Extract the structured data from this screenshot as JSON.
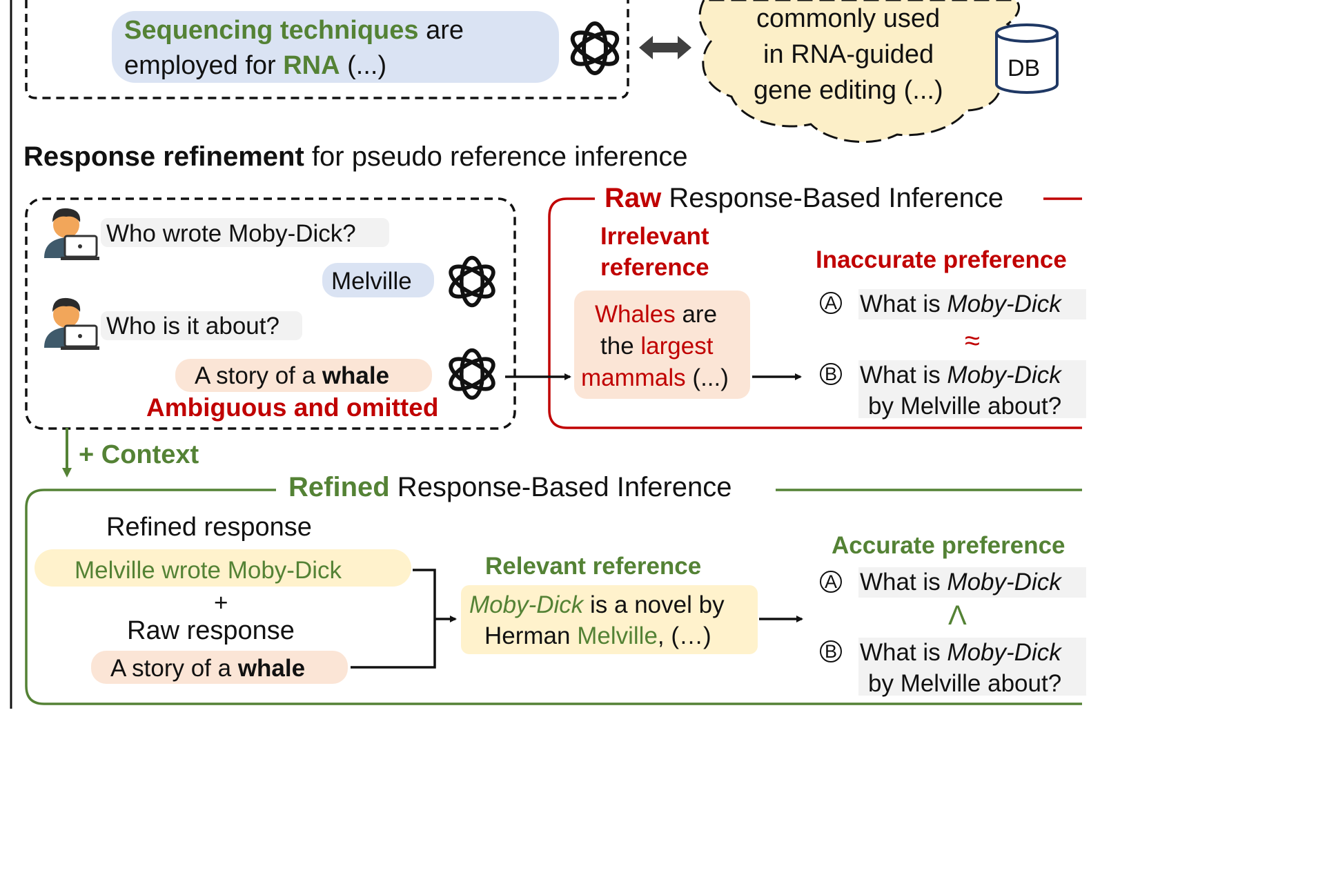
{
  "top": {
    "bubble": {
      "kw1": "Sequencing techniques",
      "t1": " are",
      "t2": "employed for ",
      "kw2": "RNA",
      "t3": " (...)"
    },
    "cloud": {
      "line1": "commonly used",
      "line2": "in RNA-guided",
      "line3": "gene editing (...)"
    },
    "db_label": "DB"
  },
  "section": {
    "title_bold": "Response refinement",
    "title_rest": " for pseudo reference inference"
  },
  "chat": {
    "q1": "Who wrote Moby-Dick?",
    "a1": "Melville",
    "q2": "Who is it about?",
    "a2_plain": "A story of a ",
    "a2_bold": "whale",
    "note": "Ambiguous and omitted"
  },
  "raw": {
    "title_kw": "Raw",
    "title_rest": " Response-Based Inference",
    "irr_line1": "Irrelevant",
    "irr_line2": "reference",
    "ref_l1_red": "Whales",
    "ref_l1_rest": " are",
    "ref_l2_a": "the ",
    "ref_l2_red": "largest",
    "ref_l3_red": "mammals",
    "ref_l3_rest": " (...)",
    "pref_title": "Inaccurate preference",
    "optA_marker": "A",
    "optA_text": "What is ",
    "optA_it": "Moby-Dick",
    "approx": "≈",
    "optB_marker": "B",
    "optB_text": "What is ",
    "optB_it": "Moby-Dick",
    "optB_l2": "by Melville about?"
  },
  "context_label": "+ Context",
  "refined": {
    "title_kw": "Refined",
    "title_rest": " Response-Based Inference",
    "resp_label": "Refined response",
    "resp_pill": "Melville wrote Moby-Dick",
    "plus": "+",
    "raw_label": "Raw response",
    "raw_plain": "A story of a ",
    "raw_bold": "whale",
    "rel_title": "Relevant reference",
    "rel_it": "Moby-Dick",
    "rel_l1_rest": " is a novel by",
    "rel_l2_a": "Herman ",
    "rel_l2_green": "Melville",
    "rel_l2_rest": ", (…)",
    "pref_title": "Accurate preference",
    "optA_marker": "A",
    "optA_text": "What is ",
    "optA_it": "Moby-Dick",
    "lambda": "Λ",
    "optB_marker": "B",
    "optB_text": "What is ",
    "optB_it": "Moby-Dick",
    "optB_l2": "by Melville about?"
  }
}
